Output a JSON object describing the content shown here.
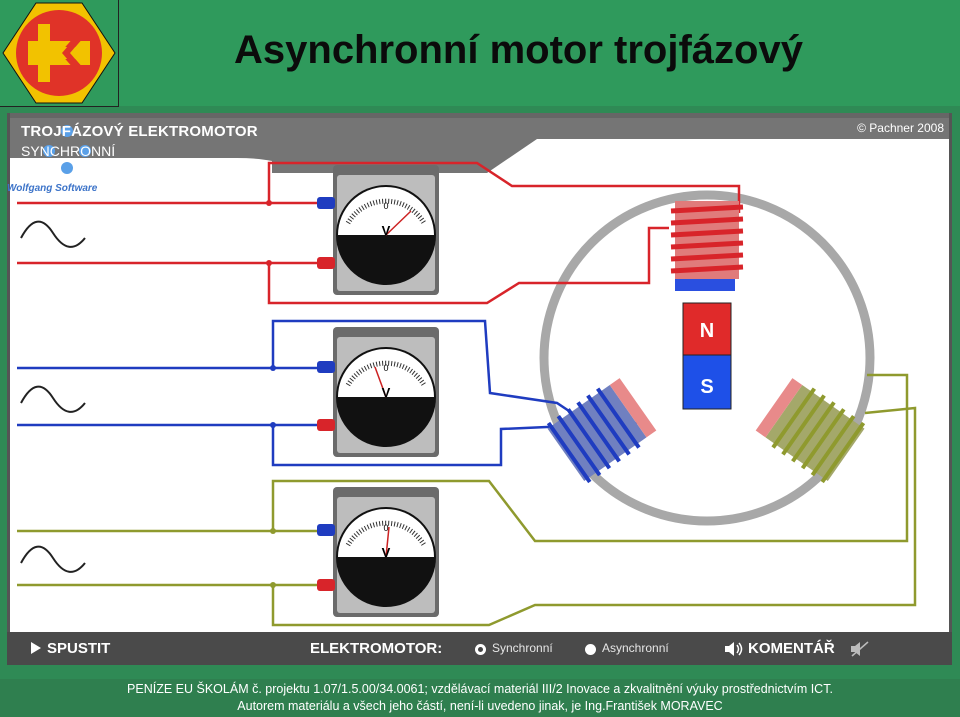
{
  "slide": {
    "title": "Asynchronní motor trojfázový"
  },
  "app": {
    "title": "TROJFÁZOVÝ ELEKTROMOTOR",
    "subtitle": "SYNCHRONNÍ",
    "copyright": "© Pachner 2008",
    "vendor": "Wolfgang Software",
    "start_label": "SPUSTIT",
    "electromotor_label": "ELEKTROMOTOR:",
    "options": [
      {
        "label": "Synchronní",
        "selected": true
      },
      {
        "label": "Asynchronní",
        "selected": false
      }
    ],
    "comment_label": "KOMENTÁŘ",
    "meter_unit": "V",
    "meter_zero": "0",
    "magnet_north": "N",
    "magnet_south": "S",
    "icons": [
      "play-icon",
      "speaker-icon",
      "speaker-mute-icon",
      "sine-wave-icon",
      "voltmeter-icon",
      "coil-icon",
      "magnet-icon"
    ],
    "colors": {
      "phase1": "#d8242a",
      "phase2": "#1f3cc0",
      "phase3": "#8f9a2e",
      "stator": "#a6a6a6"
    }
  },
  "footer": {
    "line1": "PENÍZE EU ŠKOLÁM č. projektu 1.07/1.5.00/34.0061; vzdělávací materiál III/2 Inovace a zkvalitnění výuky prostřednictvím ICT.",
    "line2": "Autorem materiálu a všech jeho částí, není-li uvedeno jinak, je Ing.František MORAVEC"
  }
}
